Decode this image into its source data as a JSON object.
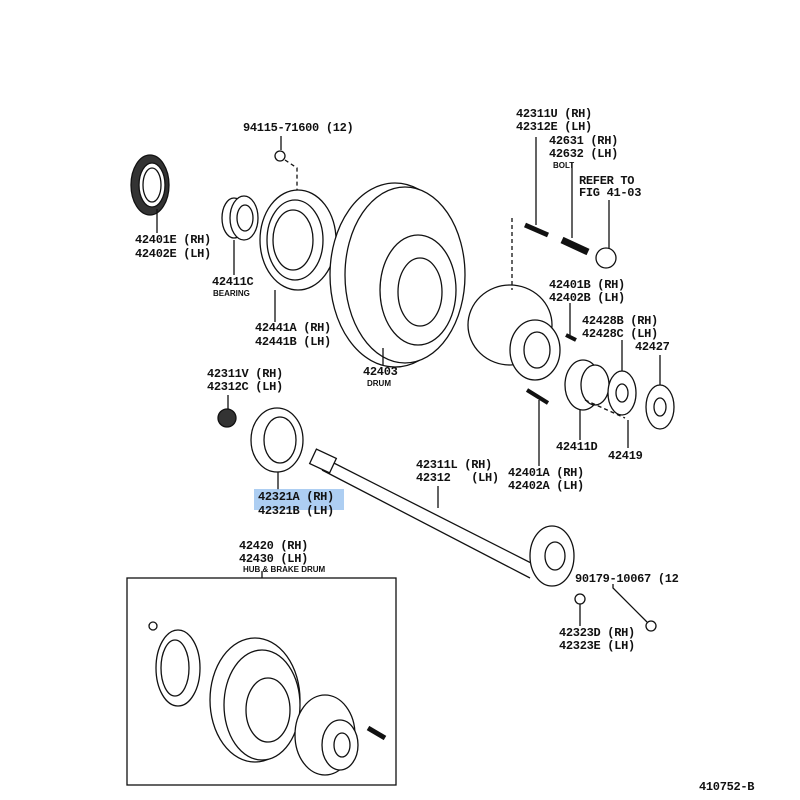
{
  "labels": {
    "nut_94115": "94115-71600 (12)",
    "seal_rh": "42401E (RH)",
    "seal_lh": "42402E (LH)",
    "bearing_no": "42411C",
    "bearing_caption": "BEARING",
    "plate_rh": "42441A (RH)",
    "plate_lh": "42441B (LH)",
    "drum_no": "42403",
    "drum_caption": "DRUM",
    "bearing2_rh": "42311V (RH)",
    "bearing2_lh": "42312C (LH)",
    "stud_rh": "42311U (RH)",
    "stud_lh": "42312E (LH)",
    "bolt_rh": "42631 (RH)",
    "bolt_lh": "42632 (LH)",
    "bolt_caption": "BOLT",
    "refer_1": "REFER TO",
    "refer_2": "FIG 41-03",
    "pin_rh": "42401B (RH)",
    "pin_lh": "42402B (LH)",
    "ring_rh": "42428B (RH)",
    "ring_lh": "42428C (LH)",
    "ring2": "42427",
    "bearing3": "42411D",
    "screw": "42419",
    "stud2_rh": "42401A (RH)",
    "stud2_lh": "42402A (LH)",
    "shaft_rh": "42311L (RH)",
    "shaft_lh": "42312   (LH)",
    "gasket_rh": "42321A (RH)",
    "gasket_lh": "42321B (LH)",
    "assy_rh": "42420 (RH)",
    "assy_lh": "42430 (LH)",
    "assy_caption": "HUB & BRAKE DRUM",
    "bolt2": "90179-10067 (12",
    "nut2_rh": "42323D (RH)",
    "nut2_lh": "42323E (LH)",
    "figure_id": "410752-B"
  },
  "highlight_color": "#9fc5f0"
}
